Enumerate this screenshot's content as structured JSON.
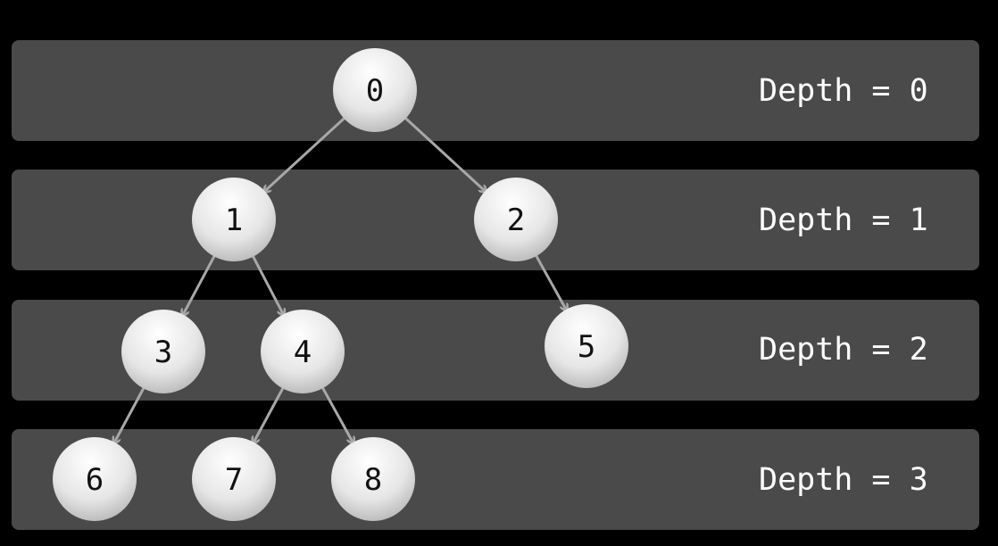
{
  "diagram": {
    "title": "",
    "colors": {
      "background": "#000000",
      "band": "#4a4a4a",
      "label_text": "#ffffff",
      "node_fill_top": "#ffffff",
      "node_fill_bottom": "#b5b5b5",
      "node_text": "#111111",
      "edge": "#a8a8a8"
    },
    "levels": [
      {
        "depth": 0,
        "label": "Depth = 0"
      },
      {
        "depth": 1,
        "label": "Depth = 1"
      },
      {
        "depth": 2,
        "label": "Depth = 2"
      },
      {
        "depth": 3,
        "label": "Depth = 3"
      }
    ],
    "nodes": [
      {
        "id": "n0",
        "label": "0",
        "depth": 0
      },
      {
        "id": "n1",
        "label": "1",
        "depth": 1
      },
      {
        "id": "n2",
        "label": "2",
        "depth": 1
      },
      {
        "id": "n3",
        "label": "3",
        "depth": 2
      },
      {
        "id": "n4",
        "label": "4",
        "depth": 2
      },
      {
        "id": "n5",
        "label": "5",
        "depth": 2
      },
      {
        "id": "n6",
        "label": "6",
        "depth": 3
      },
      {
        "id": "n7",
        "label": "7",
        "depth": 3
      },
      {
        "id": "n8",
        "label": "8",
        "depth": 3
      }
    ],
    "edges": [
      {
        "from": "n0",
        "to": "n1"
      },
      {
        "from": "n0",
        "to": "n2"
      },
      {
        "from": "n1",
        "to": "n3"
      },
      {
        "from": "n1",
        "to": "n4"
      },
      {
        "from": "n2",
        "to": "n5"
      },
      {
        "from": "n3",
        "to": "n6"
      },
      {
        "from": "n4",
        "to": "n7"
      },
      {
        "from": "n4",
        "to": "n8"
      }
    ]
  }
}
